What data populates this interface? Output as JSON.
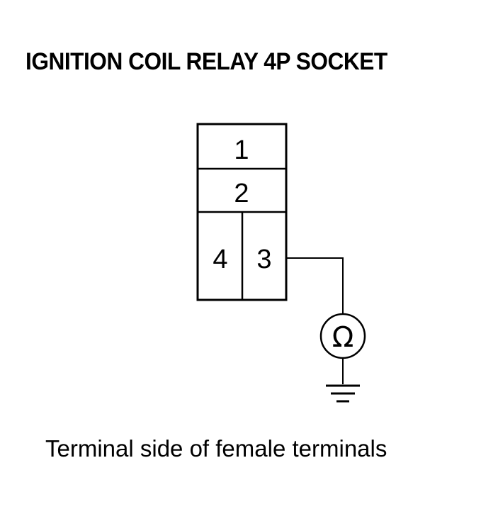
{
  "title": "IGNITION COIL RELAY 4P SOCKET",
  "connector": {
    "terminals": [
      {
        "id": "t1",
        "label": "1"
      },
      {
        "id": "t2",
        "label": "2"
      },
      {
        "id": "t4",
        "label": "4"
      },
      {
        "id": "t3",
        "label": "3"
      }
    ]
  },
  "meter": {
    "symbol": "Ω",
    "icon": "ohmmeter-icon"
  },
  "ground": {
    "icon": "ground-symbol-icon"
  },
  "caption": "Terminal side of female terminals"
}
